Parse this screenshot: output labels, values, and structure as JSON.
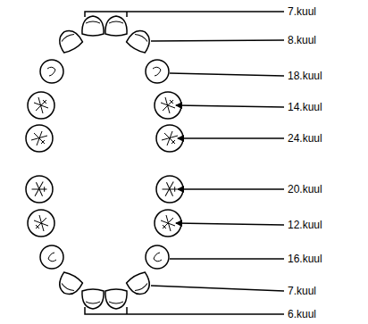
{
  "diagram": {
    "labels": [
      "7.kuul",
      "8.kuul",
      "18.kuul",
      "14.kuul",
      "24.kuul",
      "20.kuul",
      "12.kuul",
      "16.kuul",
      "7.kuul",
      "6.kuul"
    ]
  }
}
